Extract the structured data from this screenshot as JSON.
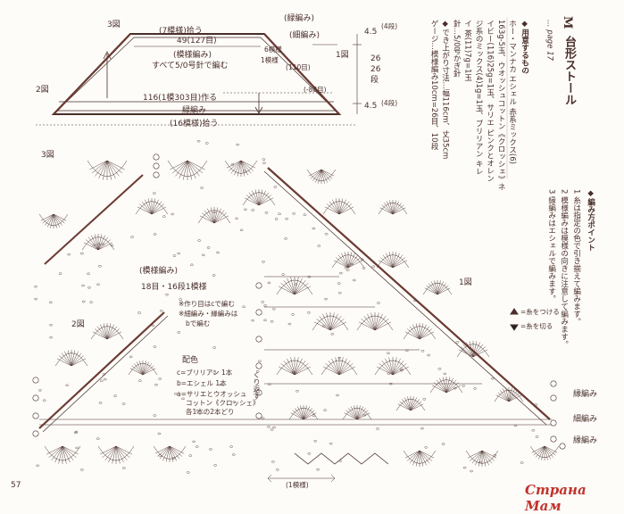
{
  "schematic": {
    "label_3zu": "3図",
    "label_2zu": "2図",
    "label_1zu": "1図",
    "top_width": "(7模様)拾う",
    "top_cm": "49(127目)",
    "body_label": "(模様編み)",
    "body_note": "すべて5/0号針で編む",
    "bottom_cm": "116(1模303目)作る",
    "edge_bottom": "緑編み",
    "edge_top": "(緑編み)",
    "edge_right": "(細編み)",
    "one_pattern": "1模様",
    "stitches_110": "(110目)",
    "stitches_88": "(-88目)",
    "count_6": "6模様",
    "pick_16": "(16模様)拾う",
    "dim_45a": "4.5",
    "dim_26": "26",
    "dim_26b": "26",
    "dim_45b": "4.5",
    "rows_4a": "(4段)",
    "rows_26": "段",
    "rows_4b": "(4段)"
  },
  "info": {
    "badge": "M",
    "title": "台形ストール",
    "page_ref": "… page 17",
    "materials_heading": "◆用意するもの",
    "materials": [
      "ホー・マンナカ エシェル 赤系ミックス(6)",
      "163g-5玉、ウオッシュコットン《クロッシェ》ネ",
      "イビー(116)25g=1玉、サリエ ピンクとオレン",
      "ジ系のミックス(4)1g=1玉、ブリリアン キレ",
      "イ 茶(11)7g=1玉",
      "針…5/0号かぎ針",
      "◆でき上がり寸法…幅116cm、丈35cm",
      "ゲージ…模様編み10cm=26目、10段"
    ],
    "points_heading": "◆編み方ポイント",
    "points": [
      "1 糸は指定の色で引き揃えて編みます。",
      "2 模様編みは模様の向きに注意して編みます。",
      "3 縁編みはエシェルで編みます。"
    ]
  },
  "chart_labels": {
    "label_3zu": "3図",
    "label_2zu": "2図",
    "label_1zu": "1図",
    "pattern_label": "(模様編み)",
    "pattern_count": "18目・16段1模様",
    "note1": "※作り目はcで編む",
    "note2": "※細編み・縁編みは",
    "note3": "bで編む",
    "haishoku": "配色",
    "c_line": "c=ブリリアン 1本",
    "b_line": "b=エシェル 1本",
    "a_line1": "a=サリエとウオッシュ",
    "a_line2": "コットン《クロッシェ》",
    "a_line3": "各1本の2本どり",
    "repeat_v": "くり返す",
    "one_pattern": "(1模様)",
    "right_edge1": "縁編み",
    "right_edge2": "細編み",
    "right_edge3": "縁編み",
    "legend_attach": "=糸をつける",
    "legend_cut": "=糸を切る",
    "page_number": "57",
    "watermark": "Страна Мам"
  },
  "colors": {
    "ink": "#4a2f2a",
    "accent": "#c0332c",
    "paper": "#fdfcf9"
  }
}
